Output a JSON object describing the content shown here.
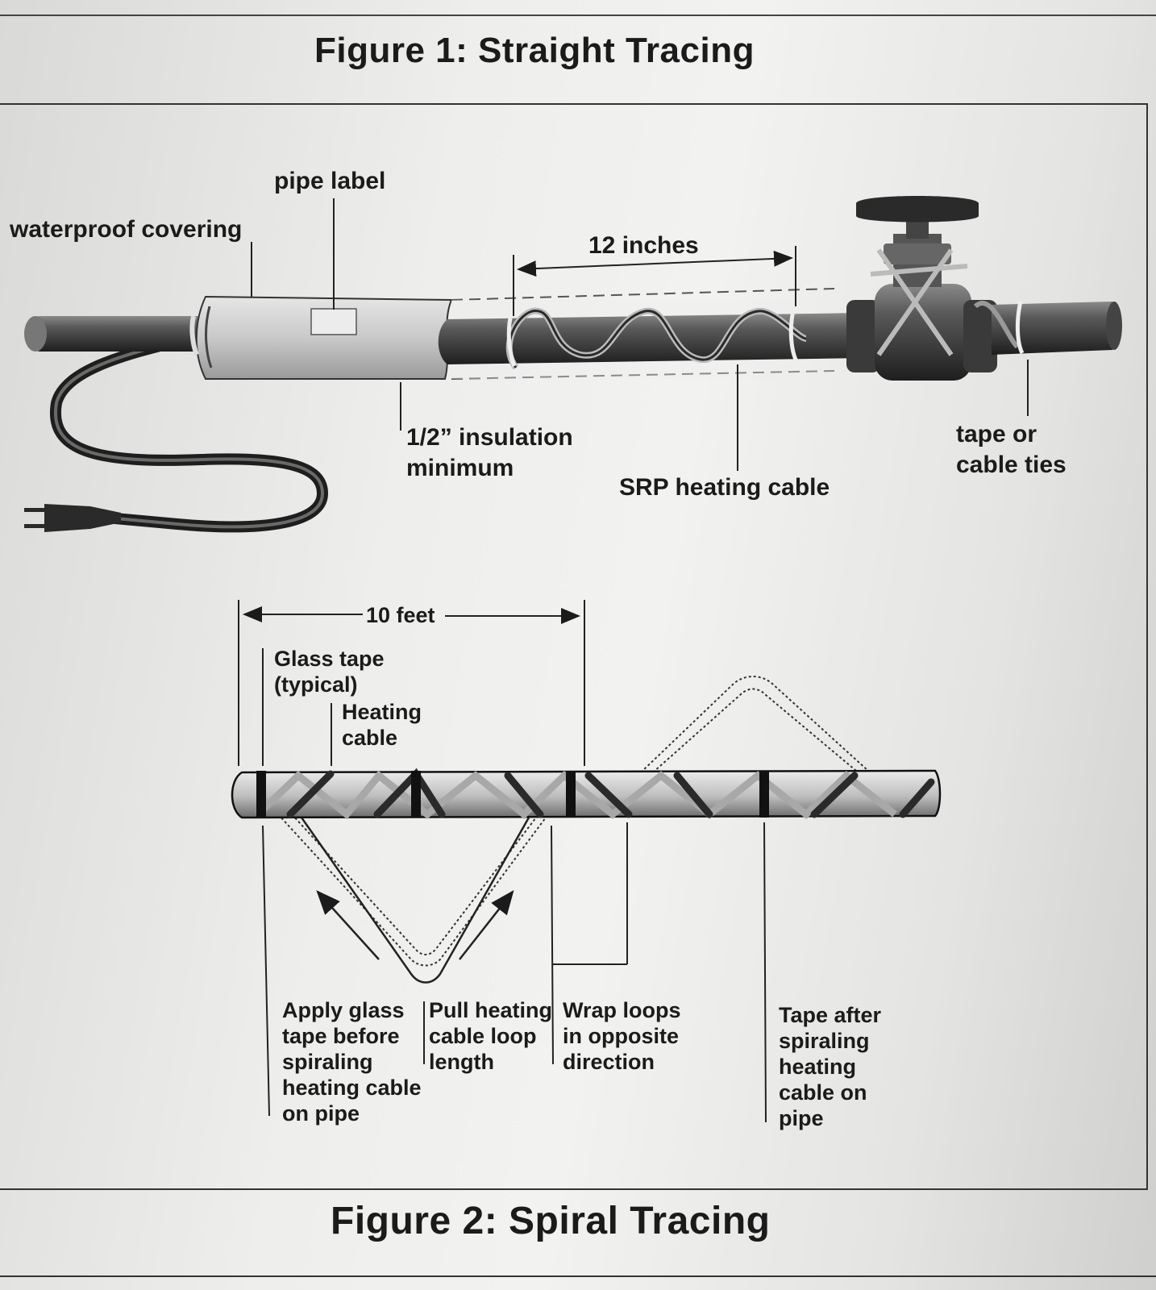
{
  "figure1": {
    "title": "Figure 1: Straight Tracing",
    "labels": {
      "pipe_label": "pipe label",
      "waterproof_covering": "waterproof covering",
      "twelve_inches": "12 inches",
      "insulation_line1": "1/2” insulation",
      "insulation_line2": "minimum",
      "srp_cable": "SRP heating cable",
      "tape_line1": "tape or",
      "tape_line2": "cable ties"
    }
  },
  "figure2": {
    "title": "Figure 2: Spiral Tracing",
    "labels": {
      "ten_feet": "10 feet",
      "glass_tape_line1": "Glass tape",
      "glass_tape_line2": "(typical)",
      "heating_cable_line1": "Heating",
      "heating_cable_line2": "cable",
      "apply_line1": "Apply glass",
      "apply_line2": "tape before",
      "apply_line3": "spiraling",
      "apply_line4": "heating cable",
      "apply_line5": "on pipe",
      "pull_line1": "Pull heating",
      "pull_line2": "cable loop",
      "pull_line3": "length",
      "wrap_line1": "Wrap loops",
      "wrap_line2": "in opposite",
      "wrap_line3": "direction",
      "tapeafter_line1": "Tape after",
      "tapeafter_line2": "spiraling",
      "tapeafter_line3": "heating",
      "tapeafter_line4": "cable on",
      "tapeafter_line5": "pipe"
    }
  }
}
